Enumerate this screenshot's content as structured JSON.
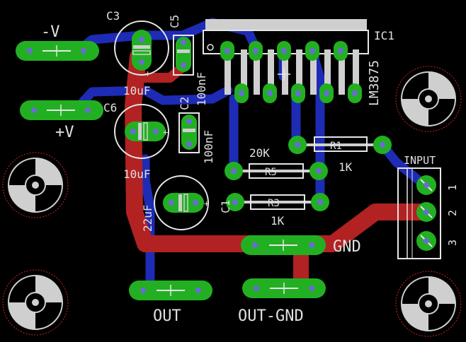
{
  "colors": {
    "background": "#000000",
    "top_copper": "#b22222",
    "bottom_copper": "#1e2bb5",
    "pad": "#22b022",
    "silkscreen": "#e6e6e6",
    "hole": "#6b6bd6",
    "mount_ring": "#cc2222"
  },
  "labels": {
    "neg_v": "-V",
    "pos_v": "+V",
    "c3": "C3",
    "c5": "C5",
    "c6": "C6",
    "c2": "C2",
    "c1": "C1",
    "ic1": "IC1",
    "ic_part": "LM3875",
    "c3_value": "10uF",
    "c5_value": "100nF",
    "c6_value": "10uF",
    "c2_value": "100nF",
    "c1_value": "22uF",
    "r5_name": "R5",
    "r5_value": "20K",
    "r3_name": "R3",
    "r3_value": "1K",
    "r1_name": "R1",
    "r1_value": "1K",
    "input": "INPUT",
    "pin1": "1",
    "pin2": "2",
    "pin3": "3",
    "gnd": "GND",
    "out": "OUT",
    "out_gnd": "OUT-GND"
  }
}
